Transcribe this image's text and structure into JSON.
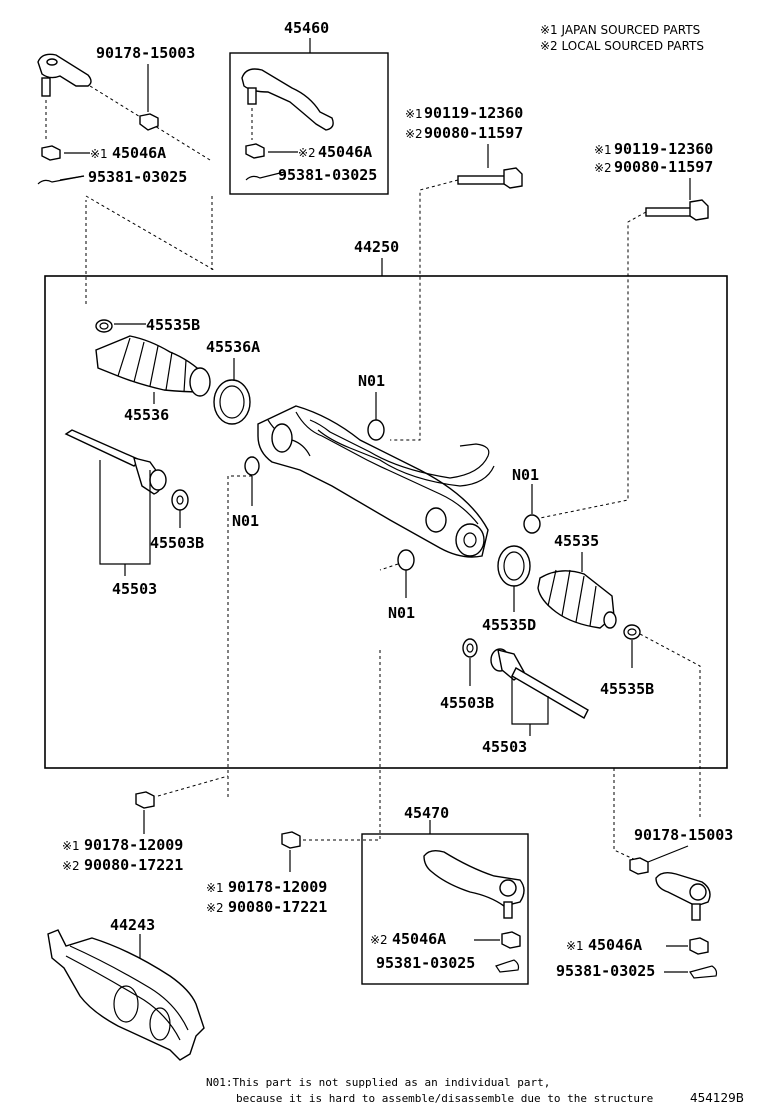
{
  "legend": {
    "japan": "※1 JAPAN SOURCED PARTS",
    "local": "※2 LOCAL SOURCED PARTS"
  },
  "labels": {
    "tie_end_lh": "45460",
    "tie_end_rh": "45470",
    "gear_assy": "44250",
    "cover": "44243",
    "nut_45046a": "45046A",
    "cotter": "95381-03025",
    "nut_90178_15003": "90178-15003",
    "bolt_jp": "90119-12360",
    "bolt_local": "90080-11597",
    "bolt_jp_r": "90119-12360",
    "bolt_local_r": "90080-11597",
    "nut_jp": "90178-12009",
    "nut_local": "90080-17221",
    "clamp_b": "45535B",
    "clamp_a": "45536A",
    "boot_l": "45536",
    "boot_r": "45535",
    "clamp_d": "45535D",
    "rod": "45503",
    "washer": "45503B",
    "n01": "N01"
  },
  "marks": {
    "m1": "※1",
    "m2": "※2"
  },
  "footnote": {
    "line1": "N01:This part is not supplied as an individual part,",
    "line2": "because it is hard to assemble/disassemble due to the structure"
  },
  "diagram_code": "454129B"
}
